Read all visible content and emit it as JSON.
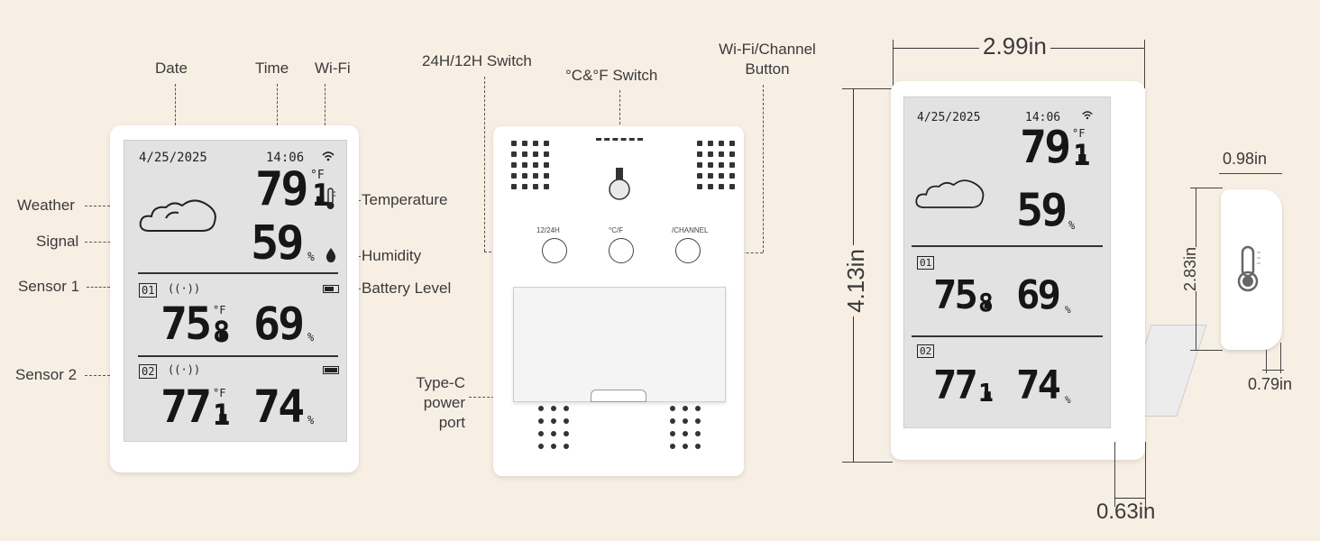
{
  "colors": {
    "background": "#f8efe4",
    "device": "#ffffff",
    "lcd": "#e2e2e2",
    "digits": "#161616",
    "leader": "#555555"
  },
  "front_labels": {
    "date": "Date",
    "time": "Time",
    "wifi": "Wi-Fi",
    "weather": "Weather",
    "signal": "Signal",
    "sensor1": "Sensor 1",
    "sensor2": "Sensor 2",
    "temperature": "Temperature",
    "humidity": "Humidity",
    "battery": "Battery Level"
  },
  "back_labels": {
    "switch_24h": "24H/12H Switch",
    "switch_cf": "°C&°F Switch",
    "wifi_channel": "Wi-Fi/Channel Button",
    "type_c": "Type-C power port"
  },
  "back_buttons": {
    "b1": "12/24H",
    "b2": "°C/F",
    "b3": "/CHANNEL"
  },
  "display": {
    "date": "4/25/2025",
    "time": "14:06",
    "indoor_temp_main": "79.",
    "indoor_temp_dec": "1",
    "unit_f": "°F",
    "indoor_humidity": "59",
    "pct": "%",
    "sensor1_id": "01",
    "sensor1_temp_main": "75.",
    "sensor1_temp_dec": "8",
    "sensor1_humidity": "69",
    "sensor2_id": "02",
    "sensor2_temp_main": "77.",
    "sensor2_temp_dec": "1",
    "sensor2_humidity": "74"
  },
  "icons": [
    "wifi-icon",
    "cloud-icon",
    "thermometer-icon",
    "water-drop-icon",
    "signal-icon",
    "battery-icon"
  ],
  "dimensions": {
    "width": "2.99in",
    "height": "4.13in",
    "depth": "0.63in",
    "sensor_width": "0.98in",
    "sensor_height": "2.83in",
    "sensor_depth": "0.79in"
  }
}
